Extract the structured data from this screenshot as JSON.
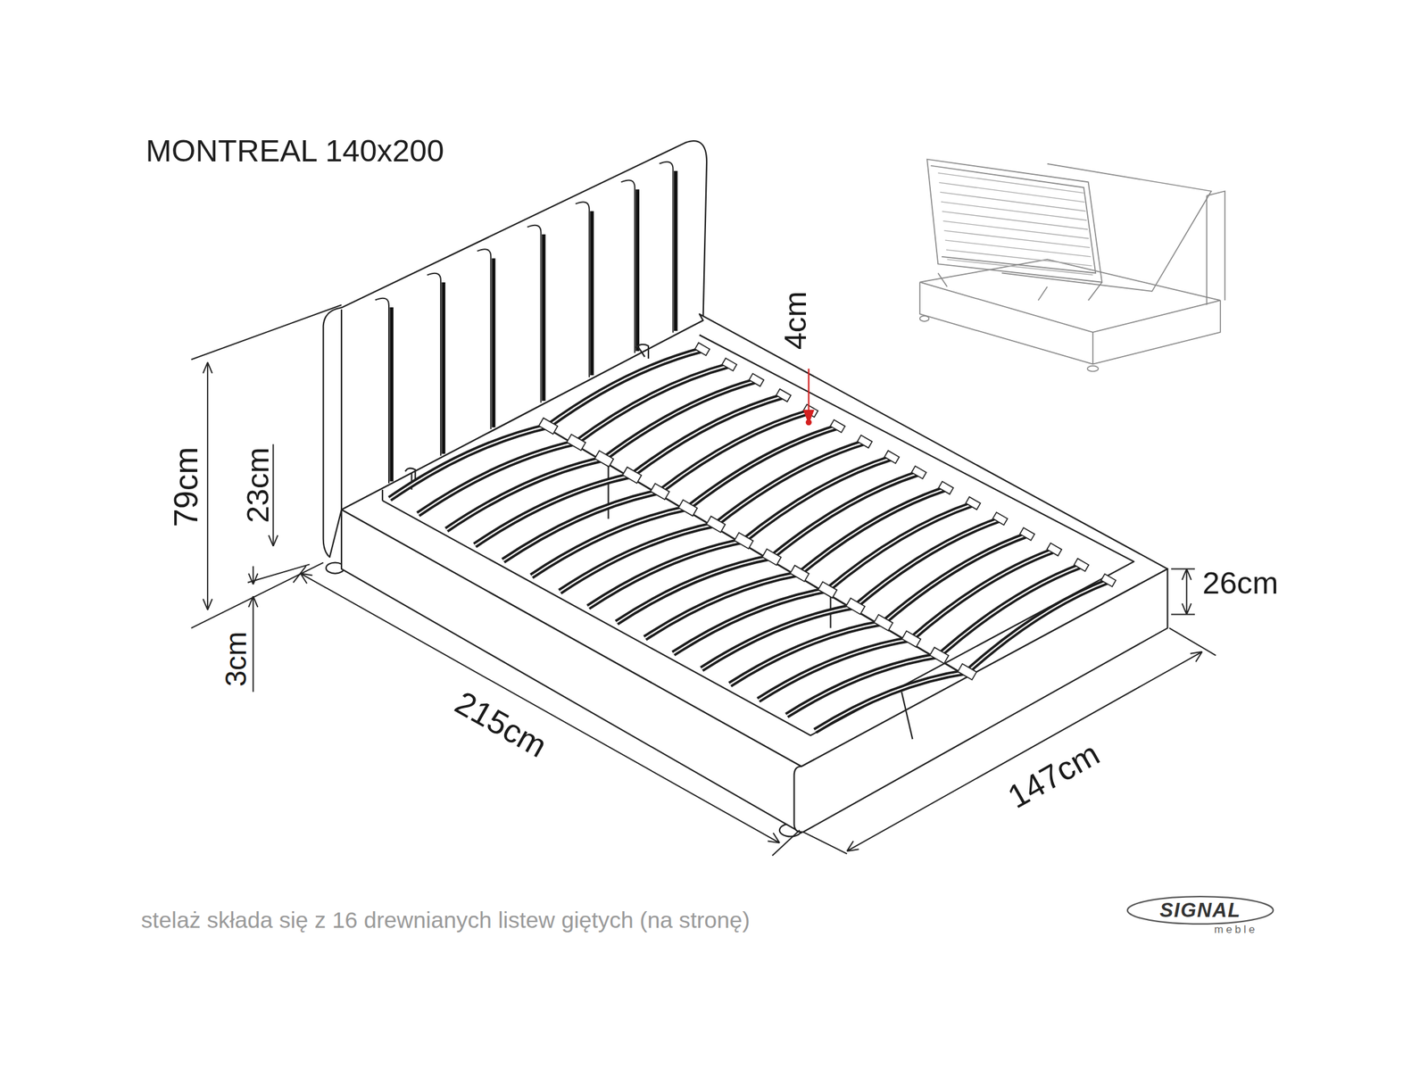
{
  "diagram": {
    "title": "MONTREAL 140x200",
    "caption": "stelaż składa się z 16 drewnianych listew giętych (na stronę)",
    "labels": [
      "4cm",
      "79cm",
      "23cm",
      "3cm",
      "215cm",
      "147cm",
      "26cm",
      "SIGNAL",
      "meble"
    ]
  }
}
